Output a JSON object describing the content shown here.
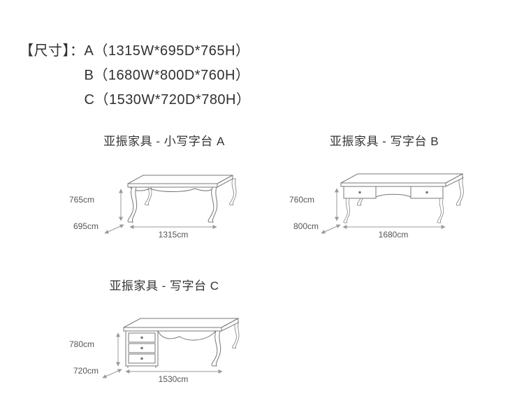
{
  "size_header": {
    "label": "【尺寸】：",
    "specs": [
      "A（1315W*695D*765H）",
      "B（1680W*800D*760H）",
      "C（1530W*720D*780H）"
    ]
  },
  "products": [
    {
      "title": "亚振家具 - 小写字台 A",
      "height_label": "765cm",
      "depth_label": "695cm",
      "width_label": "1315cm"
    },
    {
      "title": "亚振家具 - 写字台 B",
      "height_label": "760cm",
      "depth_label": "800cm",
      "width_label": "1680cm"
    },
    {
      "title": "亚振家具 - 写字台 C",
      "height_label": "780cm",
      "depth_label": "720cm",
      "width_label": "1530cm"
    }
  ],
  "colors": {
    "line_art": "#777777",
    "dimension_line": "#999999",
    "text": "#333333"
  }
}
